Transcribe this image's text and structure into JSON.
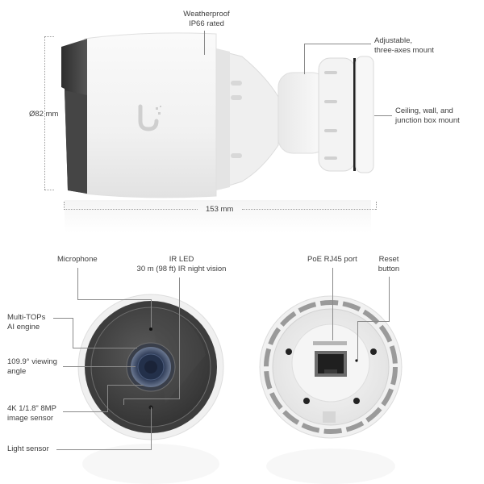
{
  "side_view": {
    "callouts": {
      "weatherproof": {
        "line1": "Weatherproof",
        "line2": "IP66 rated"
      },
      "mount_adjust": {
        "line1": "Adjustable,",
        "line2": "three-axes mount"
      },
      "mount_types": {
        "line1": "Ceiling, wall, and",
        "line2": "junction box mount"
      }
    },
    "dimensions": {
      "diameter": "Ø82 mm",
      "length": "153 mm"
    },
    "logo_icon": "ubiquiti-u-logo"
  },
  "front_view": {
    "callouts": {
      "microphone": {
        "line1": "Microphone"
      },
      "ir_led": {
        "line1": "IR LED",
        "line2": "30 m (98 ft) IR night vision"
      },
      "ai_engine": {
        "line1": "Multi-TOPs",
        "line2": "AI engine"
      },
      "viewing_angle": {
        "line1": "109.9° viewing",
        "line2": "angle"
      },
      "image_sensor": {
        "line1": "4K 1/1.8\" 8MP",
        "line2": "image sensor"
      },
      "light_sensor": {
        "line1": "Light sensor"
      }
    }
  },
  "back_view": {
    "callouts": {
      "poe_port": {
        "line1": "PoE RJ45 port"
      },
      "reset": {
        "line1": "Reset",
        "line2": "button"
      }
    }
  },
  "colors": {
    "body_white": "#f2f2f2",
    "shroud_dark": "#3c3c3c",
    "lens_blue": "#2c3a5a",
    "leader_line": "#8a8a8a",
    "label_text": "#3d3d3d"
  }
}
